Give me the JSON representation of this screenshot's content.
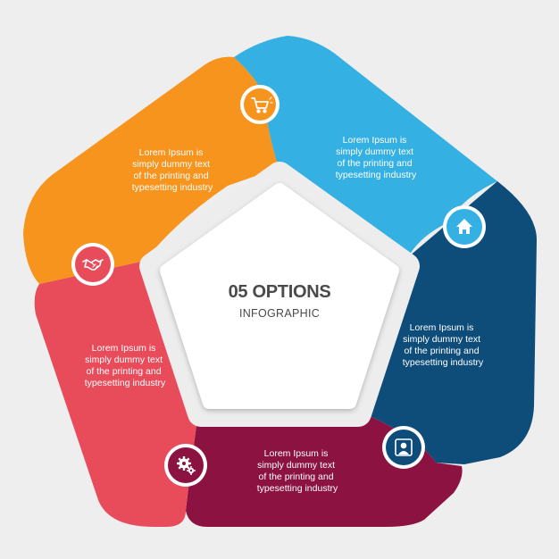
{
  "center": {
    "title": "05 OPTIONS",
    "subtitle": "INFOGRAPHIC"
  },
  "segments": [
    {
      "id": "orange",
      "color": "#f7941d",
      "icon": "shopping-cart-icon",
      "lines": [
        "Lorem Ipsum is",
        "simply dummy text",
        "of the printing and",
        "typesetting industry"
      ]
    },
    {
      "id": "light-blue",
      "color": "#35b0e3",
      "icon": "home-icon",
      "lines": [
        "Lorem Ipsum is",
        "simply dummy text",
        "of the printing and",
        "typesetting industry"
      ]
    },
    {
      "id": "dark-blue",
      "color": "#0e4c7a",
      "icon": "user-icon",
      "lines": [
        "Lorem Ipsum is",
        "simply dummy text",
        "of the printing and",
        "typesetting industry"
      ]
    },
    {
      "id": "maroon",
      "color": "#8c1242",
      "icon": "gears-icon",
      "lines": [
        "Lorem Ipsum is",
        "simply dummy text",
        "of the printing and",
        "typesetting industry"
      ]
    },
    {
      "id": "red",
      "color": "#e84c5b",
      "icon": "handshake-icon",
      "lines": [
        "Lorem Ipsum is",
        "simply dummy text",
        "of the printing and",
        "typesetting industry"
      ]
    }
  ]
}
